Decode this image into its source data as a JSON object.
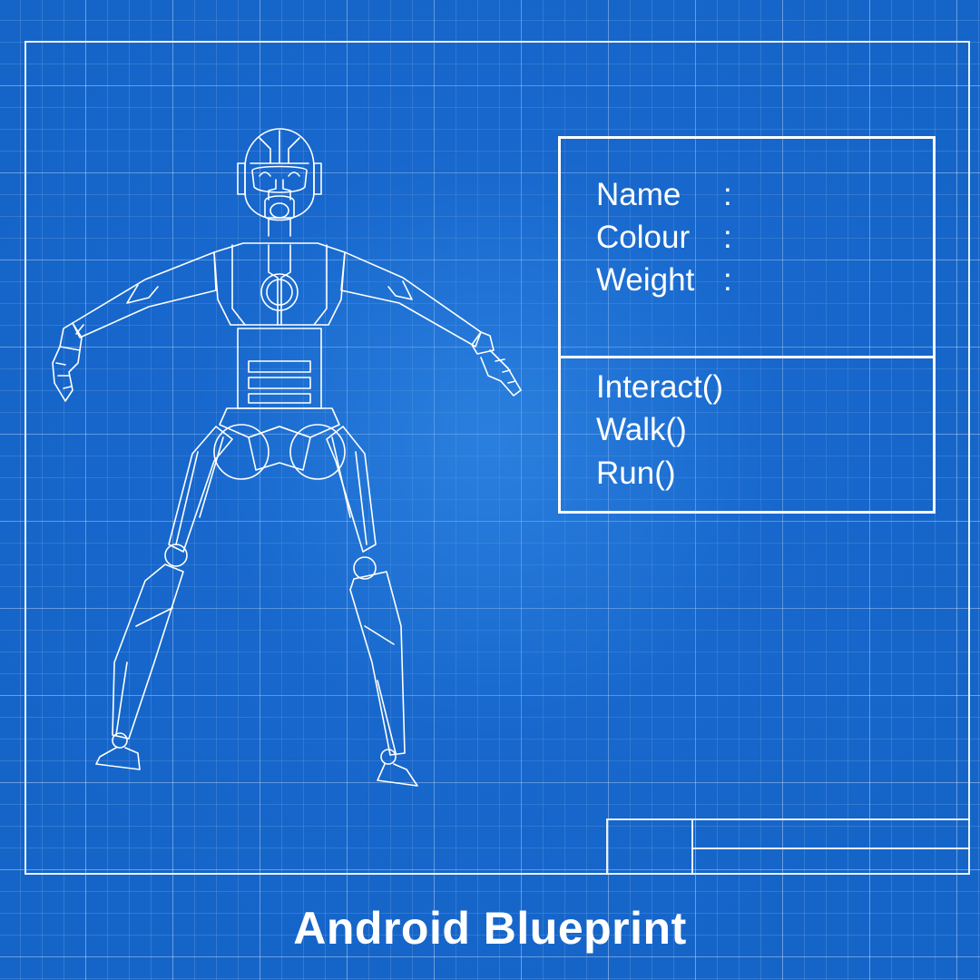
{
  "spec": {
    "attributes": [
      {
        "label": "Name",
        "separator": ":"
      },
      {
        "label": "Colour",
        "separator": ":"
      },
      {
        "label": "Weight",
        "separator": ":"
      }
    ],
    "methods": [
      "Interact()",
      "Walk()",
      "Run()"
    ]
  },
  "title": "Android Blueprint",
  "colors": {
    "background": "#1565c9",
    "line": "#ffffff"
  }
}
